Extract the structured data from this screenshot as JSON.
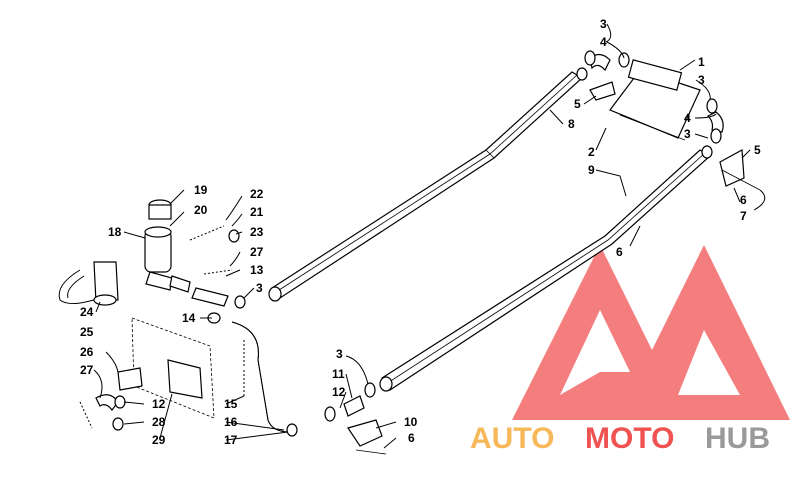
{
  "diagram": {
    "callouts": [
      {
        "id": "c1",
        "text": "1"
      },
      {
        "id": "c2",
        "text": "2"
      },
      {
        "id": "c3a",
        "text": "3"
      },
      {
        "id": "c3b",
        "text": "3"
      },
      {
        "id": "c3c",
        "text": "3"
      },
      {
        "id": "c3d",
        "text": "3"
      },
      {
        "id": "c3e",
        "text": "3"
      },
      {
        "id": "c4a",
        "text": "4"
      },
      {
        "id": "c4b",
        "text": "4"
      },
      {
        "id": "c5a",
        "text": "5"
      },
      {
        "id": "c5b",
        "text": "5"
      },
      {
        "id": "c6a",
        "text": "6"
      },
      {
        "id": "c6b",
        "text": "6"
      },
      {
        "id": "c6c",
        "text": "6"
      },
      {
        "id": "c7",
        "text": "7"
      },
      {
        "id": "c8",
        "text": "8"
      },
      {
        "id": "c9",
        "text": "9"
      },
      {
        "id": "c10",
        "text": "10"
      },
      {
        "id": "c11",
        "text": "11"
      },
      {
        "id": "c12a",
        "text": "12"
      },
      {
        "id": "c12b",
        "text": "12"
      },
      {
        "id": "c13",
        "text": "13"
      },
      {
        "id": "c14",
        "text": "14"
      },
      {
        "id": "c15",
        "text": "15"
      },
      {
        "id": "c16",
        "text": "16"
      },
      {
        "id": "c17",
        "text": "17"
      },
      {
        "id": "c18",
        "text": "18"
      },
      {
        "id": "c19",
        "text": "19"
      },
      {
        "id": "c20",
        "text": "20"
      },
      {
        "id": "c21",
        "text": "21"
      },
      {
        "id": "c22",
        "text": "22"
      },
      {
        "id": "c23",
        "text": "23"
      },
      {
        "id": "c24",
        "text": "24"
      },
      {
        "id": "c25",
        "text": "25"
      },
      {
        "id": "c26",
        "text": "26"
      },
      {
        "id": "c27a",
        "text": "27"
      },
      {
        "id": "c27b",
        "text": "27"
      },
      {
        "id": "c28",
        "text": "28"
      },
      {
        "id": "c29",
        "text": "29"
      }
    ]
  },
  "watermark": {
    "word_part1": "AUTO",
    "word_part2": "MOTO",
    "word_part3": "HUB",
    "color_red": "#f05252",
    "color_orange": "#f7b85a",
    "color_gray": "#9a9a9a"
  }
}
